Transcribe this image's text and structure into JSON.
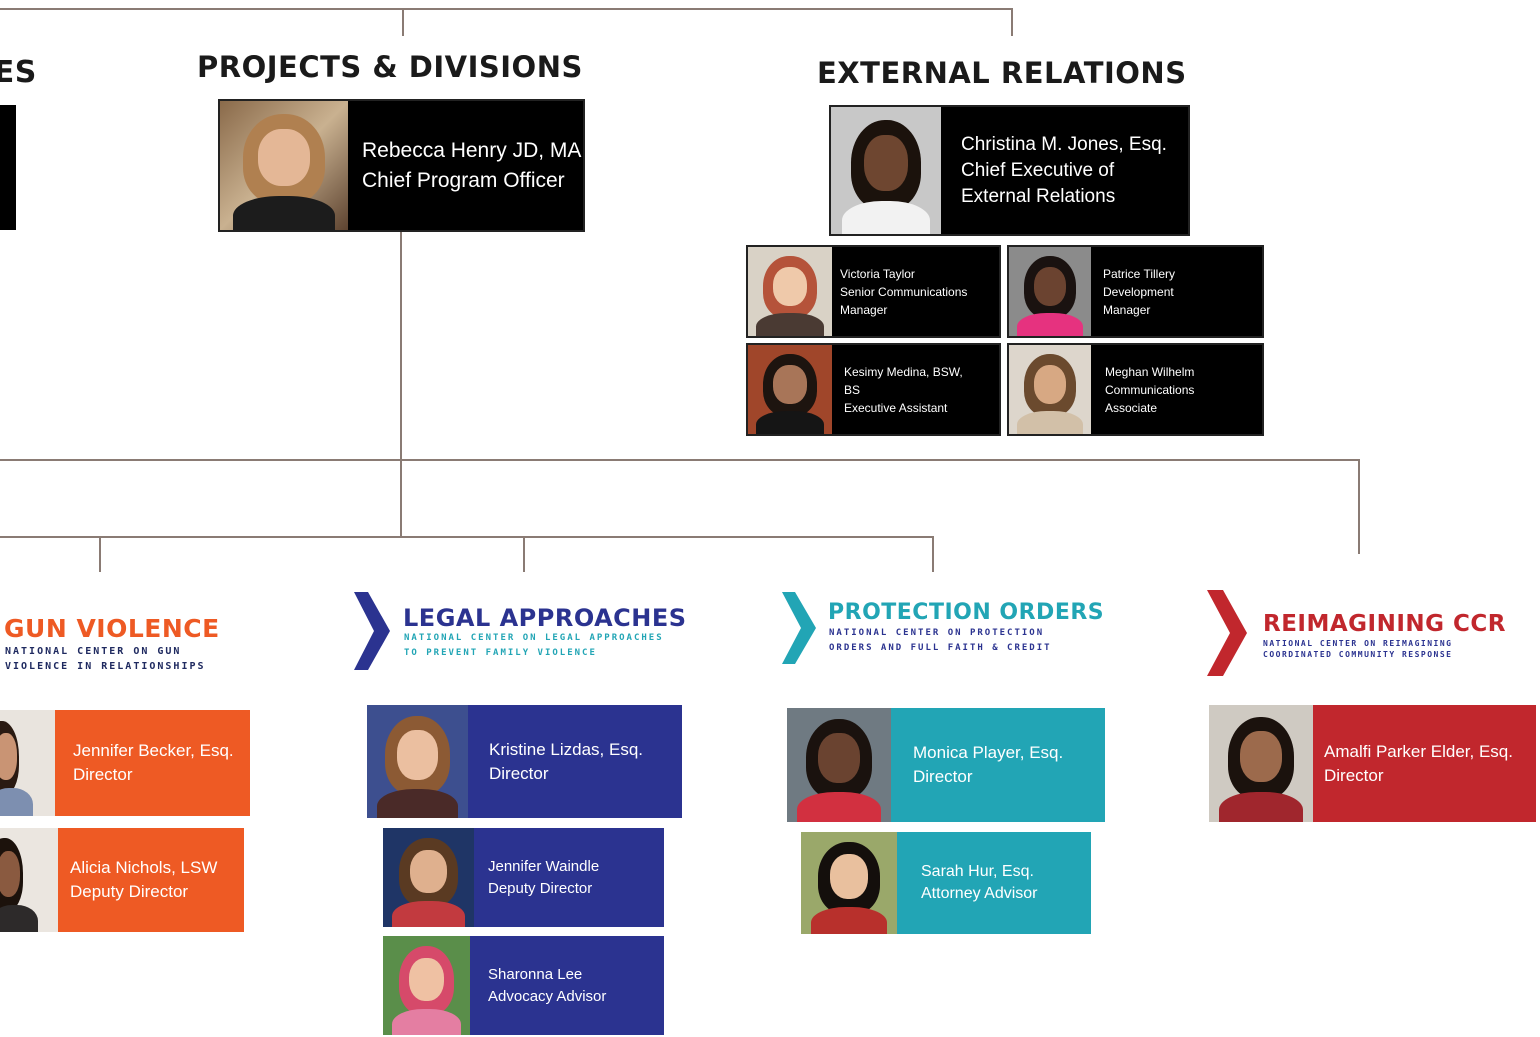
{
  "sections": {
    "cut_off": "VES",
    "projects": "PROJECTS & DIVISIONS",
    "external": "EXTERNAL RELATIONS"
  },
  "cpo": {
    "name": "Rebecca Henry JD, MA",
    "title": "Chief Program Officer"
  },
  "external_lead": {
    "line1": "Christina M. Jones, Esq.",
    "line2": "Chief Executive of",
    "line3": "External Relations"
  },
  "external_staff": [
    {
      "line1": "Victoria Taylor",
      "line2": "Senior Communications",
      "line3": "Manager"
    },
    {
      "line1": "Patrice Tillery",
      "line2": "Development",
      "line3": "Manager"
    },
    {
      "line1": "Kesimy Medina, BSW,",
      "line2": "BS",
      "line3": "Executive Assistant"
    },
    {
      "line1": "Meghan Wilhelm",
      "line2": "Communications",
      "line3": "Associate"
    }
  ],
  "centers": {
    "gun": {
      "title": "GUN VIOLENCE",
      "sub1": "NATIONAL CENTER ON GUN",
      "sub2": "VIOLENCE IN RELATIONSHIPS",
      "color": "#ee5a24",
      "staff": [
        {
          "name": "Jennifer Becker, Esq.",
          "title": "Director"
        },
        {
          "name": "Alicia Nichols, LSW",
          "title": "Deputy Director"
        }
      ]
    },
    "legal": {
      "title": "LEGAL APPROACHES",
      "sub1": "NATIONAL CENTER ON LEGAL APPROACHES",
      "sub2": "TO PREVENT FAMILY VIOLENCE",
      "color": "#2b3390",
      "staff": [
        {
          "name": "Kristine Lizdas, Esq.",
          "title": "Director"
        },
        {
          "name": "Jennifer Waindle",
          "title": "Deputy Director"
        },
        {
          "name": "Sharonna Lee",
          "title": "Advocacy Advisor"
        }
      ]
    },
    "protection": {
      "title": "PROTECTION ORDERS",
      "sub1": "NATIONAL CENTER ON PROTECTION",
      "sub2": "ORDERS AND FULL FAITH & CREDIT",
      "color": "#22a5b5",
      "staff": [
        {
          "name": "Monica Player, Esq.",
          "title": "Director"
        },
        {
          "name": "Sarah Hur, Esq.",
          "title": "Attorney Advisor"
        }
      ]
    },
    "ccr": {
      "title": "REIMAGINING CCR",
      "sub1": "NATIONAL CENTER ON REIMAGINING",
      "sub2": "COORDINATED COMMUNITY RESPONSE",
      "color": "#c1272d",
      "staff": [
        {
          "name": "Amalfi Parker Elder, Esq.",
          "title": "Director"
        }
      ]
    }
  }
}
